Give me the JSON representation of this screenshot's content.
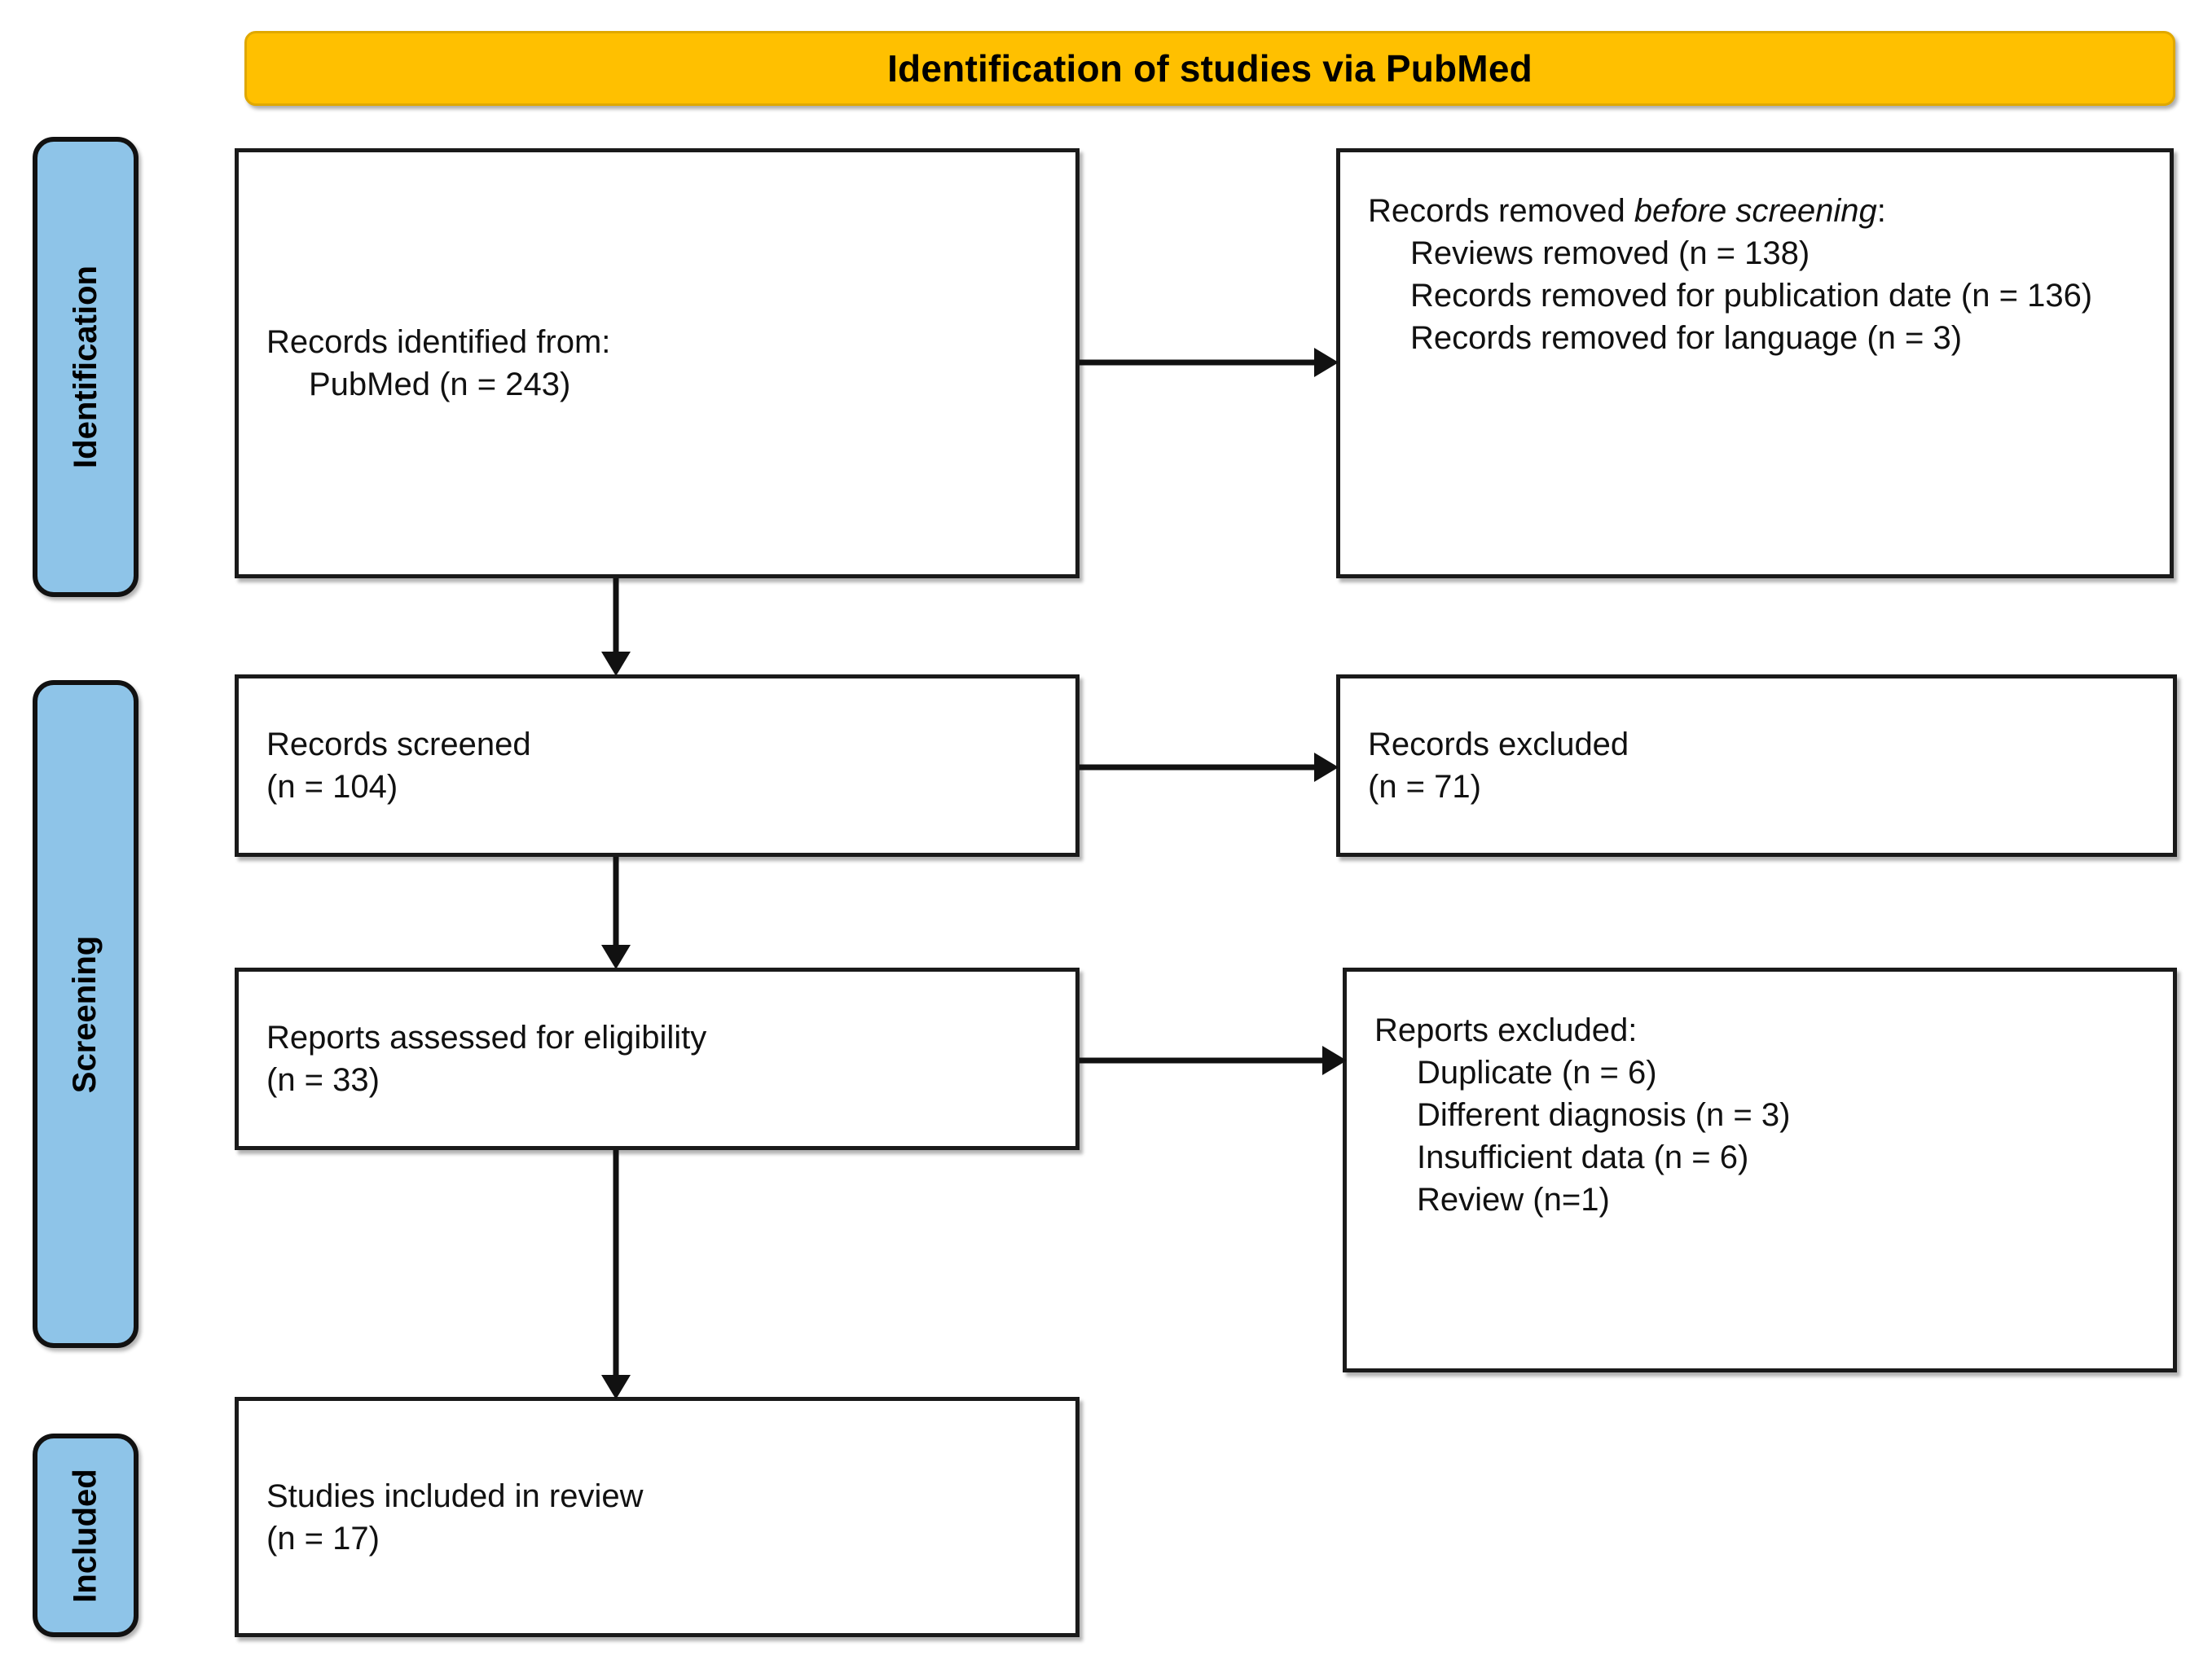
{
  "banner": {
    "title": "Identification of studies via PubMed",
    "color": "#FFC000"
  },
  "stages": [
    {
      "key": "identification",
      "label": "Identification"
    },
    {
      "key": "screening",
      "label": "Screening"
    },
    {
      "key": "included",
      "label": "Included"
    }
  ],
  "colors": {
    "banner": "#FFC000",
    "stage_fill": "#8EC4E8",
    "box_border": "#1A1A1A",
    "text": "#111111"
  },
  "boxes": {
    "identified": {
      "lines": [
        {
          "text": "Records identified from:",
          "indent": false,
          "italic": false
        },
        {
          "text": "PubMed (n = 243)",
          "indent": true,
          "italic": false
        }
      ]
    },
    "removed_before_screening": {
      "heading_prefix": "Records removed ",
      "heading_italic": "before screening",
      "heading_suffix": ":",
      "items": [
        "Reviews removed (n = 138)",
        "Records removed for publication date (n = 136)",
        "Records removed for language (n = 3)"
      ]
    },
    "records_screened": {
      "lines": [
        "Records screened",
        "(n = 104)"
      ]
    },
    "records_excluded": {
      "lines": [
        "Records excluded",
        "(n = 71)"
      ]
    },
    "reports_eligibility": {
      "lines": [
        "Reports assessed for eligibility",
        "(n = 33)"
      ]
    },
    "reports_excluded": {
      "heading": "Reports excluded:",
      "items": [
        "Duplicate (n = 6)",
        "Different diagnosis (n = 3)",
        "Insufficient data (n = 6)",
        "Review (n=1)"
      ]
    },
    "studies_included": {
      "lines": [
        "Studies included in review",
        "(n = 17)"
      ]
    }
  },
  "connectors": [
    {
      "name": "identified-to-removed",
      "direction": "right"
    },
    {
      "name": "identified-to-screened",
      "direction": "down"
    },
    {
      "name": "screened-to-excluded",
      "direction": "right"
    },
    {
      "name": "screened-to-eligibility",
      "direction": "down"
    },
    {
      "name": "eligibility-to-reports-excluded",
      "direction": "right"
    },
    {
      "name": "eligibility-to-included",
      "direction": "down"
    }
  ]
}
